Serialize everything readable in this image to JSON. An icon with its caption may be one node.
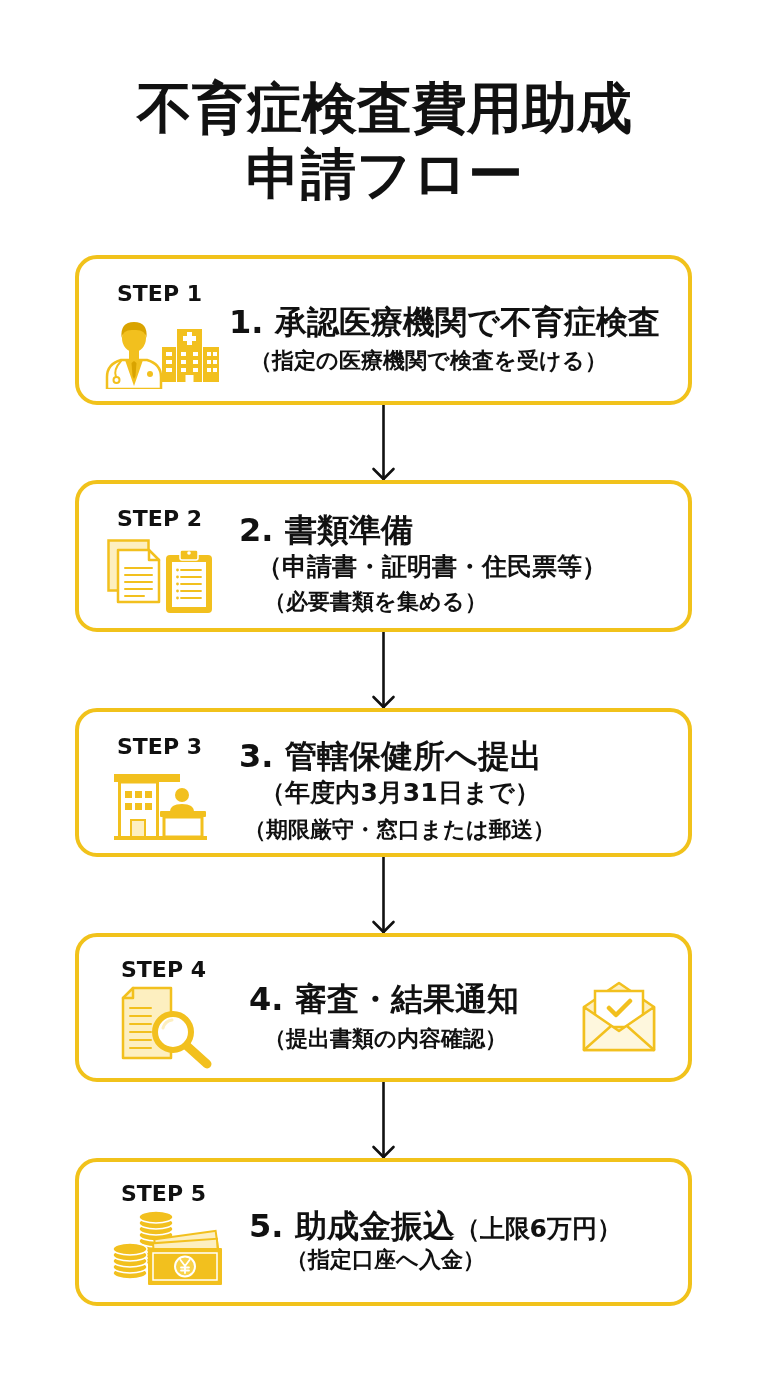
{
  "diagram": {
    "title": "不育症検査費用助成申請フロー",
    "nodes": [
      {
        "text": [
          "STEP 1",
          "1. 承認医療機関で不育症検査",
          "（指定の医療機関で検査を受ける）"
        ]
      },
      {
        "text": [
          "STEP 2",
          "2. 書類準備",
          "（申請書・証明書・住民票等）",
          "（必要書類を集める）"
        ]
      },
      {
        "text": [
          "STEP 3",
          "3. 管轄保健所へ提出",
          "（年度内3月31日まで）",
          "（期限厳守・窓口または郵送）"
        ]
      },
      {
        "text": [
          "STEP 4",
          "4. 審査・結果通知",
          "（提出書類の内容確認）"
        ]
      },
      {
        "text": [
          "STEP 5",
          "5. 助成金振込",
          "（上限6万円）",
          "（指定口座へ入金）"
        ]
      }
    ],
    "edges": [
      {
        "from": 0,
        "to": 1,
        "arrow": "to"
      },
      {
        "from": 1,
        "to": 2,
        "arrow": "to"
      },
      {
        "from": 2,
        "to": 3,
        "arrow": "to"
      },
      {
        "from": 3,
        "to": 4,
        "arrow": "to"
      }
    ]
  }
}
